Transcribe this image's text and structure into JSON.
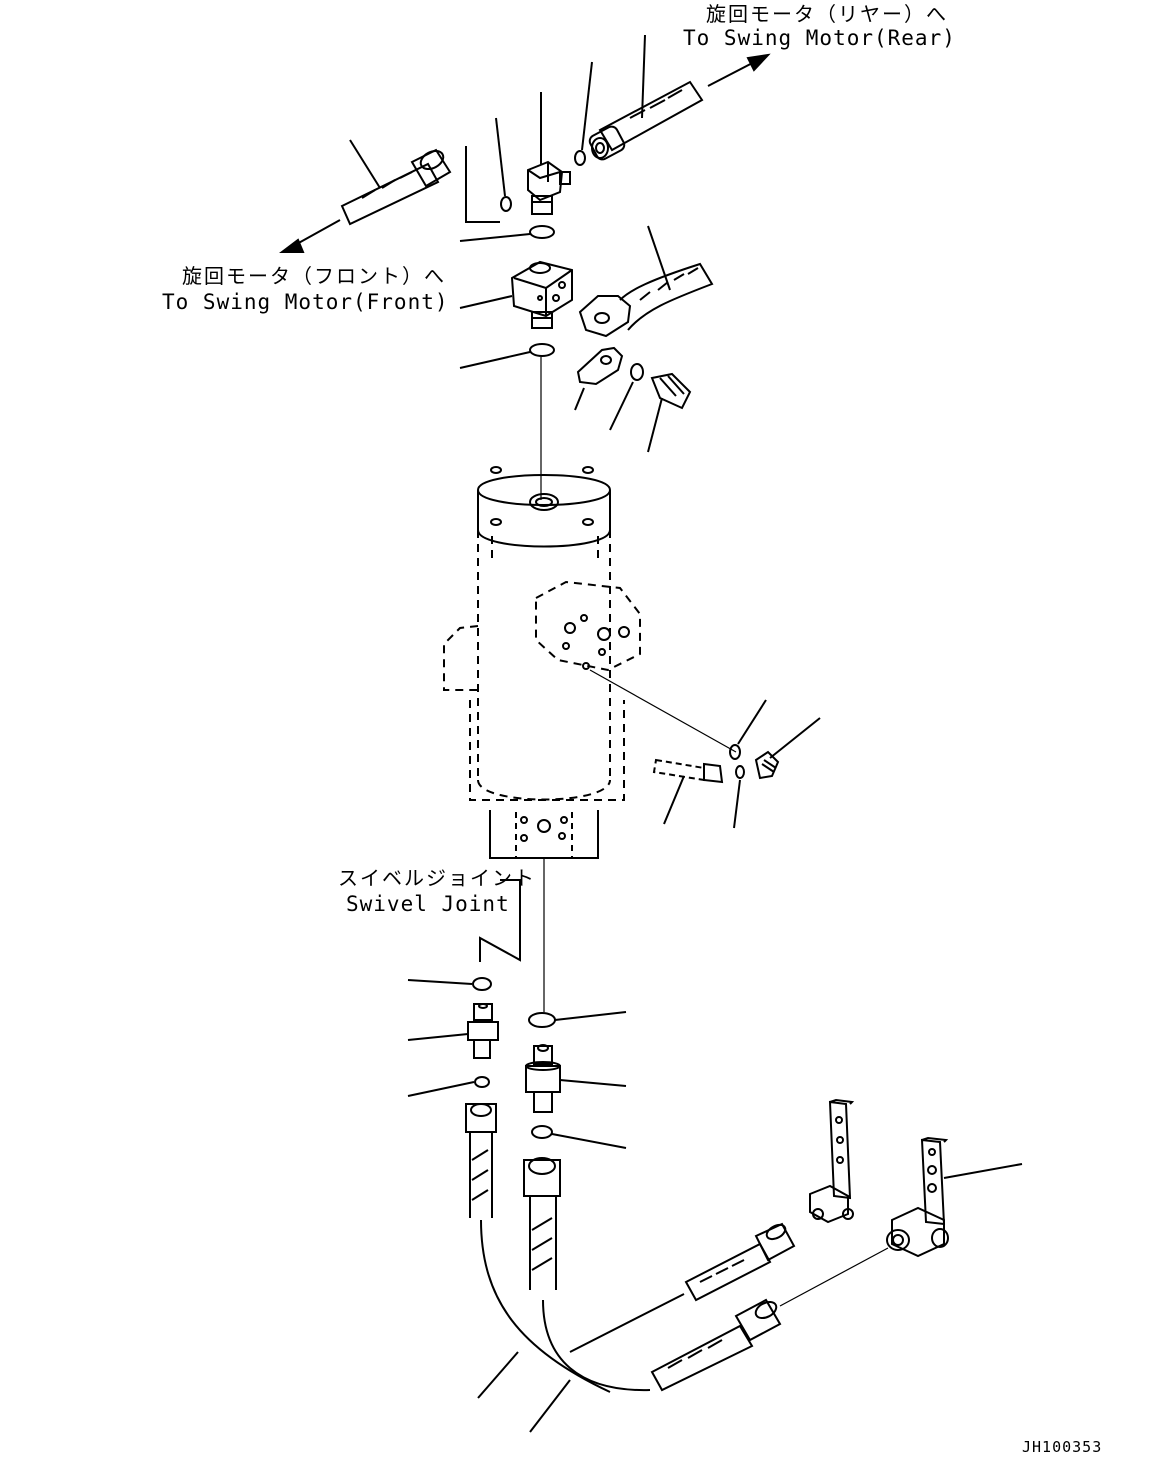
{
  "labels": {
    "swing_motor_rear_jp": "旋回モータ（リヤー）へ",
    "swing_motor_rear_en": "To Swing Motor(Rear)",
    "swing_motor_front_jp": "旋回モータ（フロント）へ",
    "swing_motor_front_en": "To Swing Motor(Front)",
    "swivel_joint_jp": "スイベルジョイント",
    "swivel_joint_en": "Swivel Joint",
    "drawing_code": "JH100353"
  },
  "colors": {
    "line": "#000000",
    "background": "#ffffff"
  }
}
